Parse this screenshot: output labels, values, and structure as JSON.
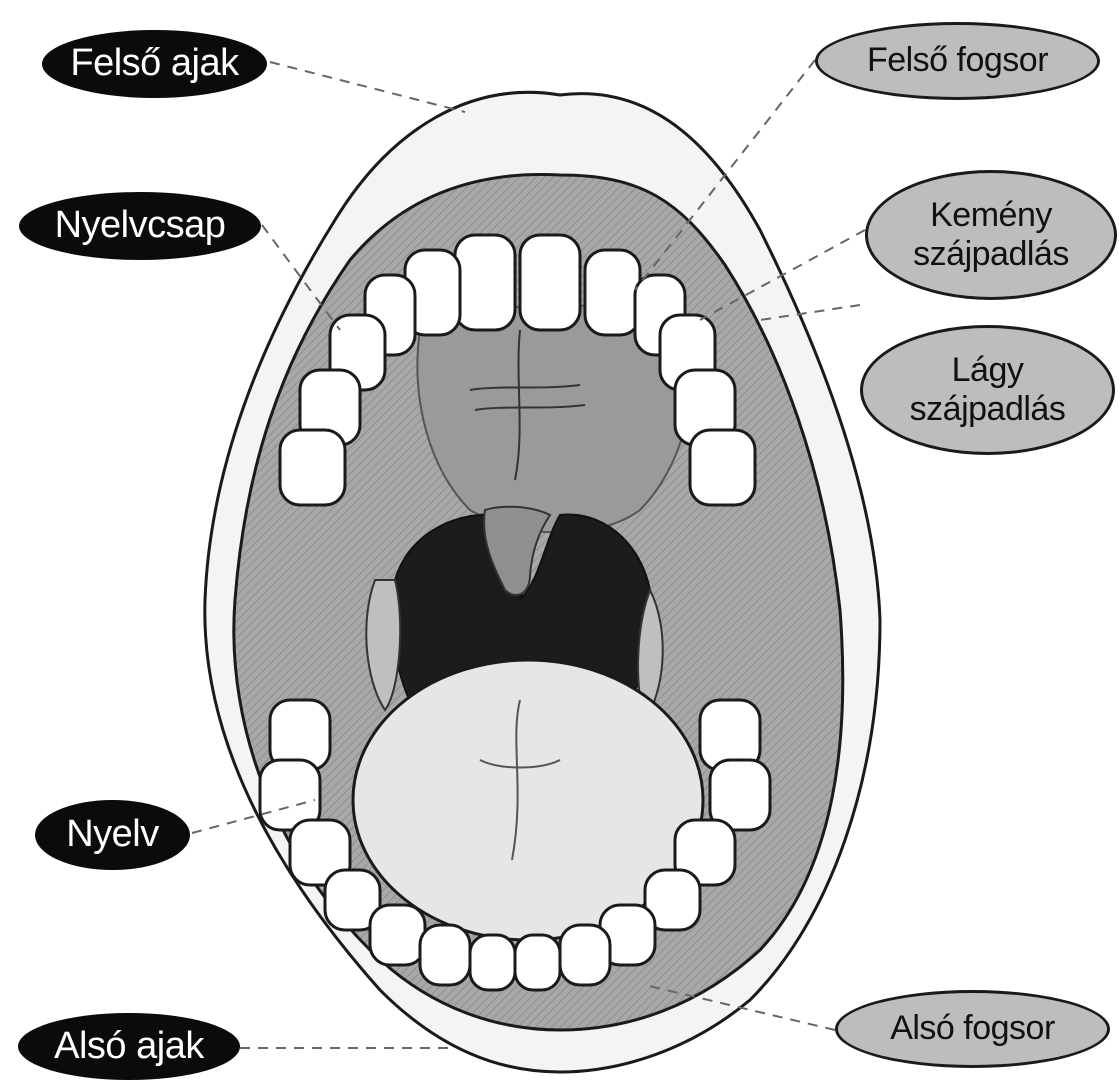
{
  "labels": {
    "felso_ajak": "Felső ajak",
    "nyelvcsap": "Nyelvcsap",
    "nyelv": "Nyelv",
    "also_ajak": "Alsó ajak",
    "felso_fogsor": "Felső fogsor",
    "kemeny_szajpadlas": "Kemény\nszájpadlás",
    "lagy_szajpadlas": "Lágy\nszájpadlás",
    "also_fogsor": "Alsó fogsor"
  },
  "colors": {
    "dark_label": "#0b0b0b",
    "light_label": "#bdbdbd",
    "lips": "#f4f4f4",
    "palate": "#9a9a9a",
    "throat": "#1c1c1c",
    "tongue": "#e6e6e6",
    "teeth": "#ffffff",
    "line": "#666666"
  }
}
